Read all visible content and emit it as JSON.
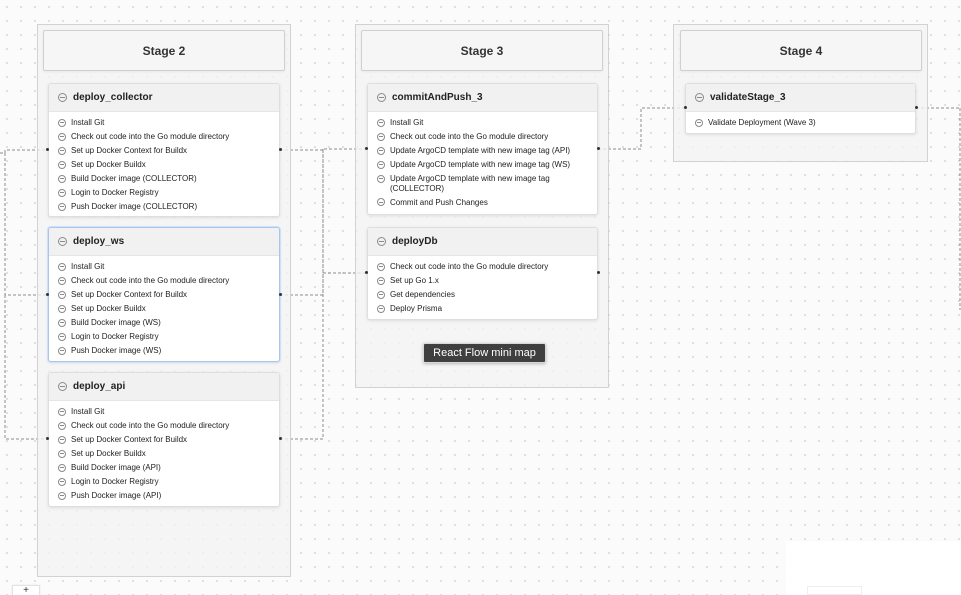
{
  "stages": [
    {
      "title": "Stage 2",
      "jobs": [
        {
          "name": "deploy_collector",
          "steps": [
            "Install Git",
            "Check out code into the Go module directory",
            "Set up Docker Context for Buildx",
            "Set up Docker Buildx",
            "Build Docker image (COLLECTOR)",
            "Login to Docker Registry",
            "Push Docker image (COLLECTOR)"
          ]
        },
        {
          "name": "deploy_ws",
          "steps": [
            "Install Git",
            "Check out code into the Go module directory",
            "Set up Docker Context for Buildx",
            "Set up Docker Buildx",
            "Build Docker image (WS)",
            "Login to Docker Registry",
            "Push Docker image (WS)"
          ]
        },
        {
          "name": "deploy_api",
          "steps": [
            "Install Git",
            "Check out code into the Go module directory",
            "Set up Docker Context for Buildx",
            "Set up Docker Buildx",
            "Build Docker image (API)",
            "Login to Docker Registry",
            "Push Docker image (API)"
          ]
        }
      ]
    },
    {
      "title": "Stage 3",
      "jobs": [
        {
          "name": "commitAndPush_3",
          "steps": [
            "Install Git",
            "Check out code into the Go module directory",
            "Update ArgoCD template with new image tag (API)",
            "Update ArgoCD template with new image tag (WS)",
            "Update ArgoCD template with new image tag (COLLECTOR)",
            "Commit and Push Changes"
          ]
        },
        {
          "name": "deployDb",
          "steps": [
            "Check out code into the Go module directory",
            "Set up Go 1.x",
            "Get dependencies",
            "Deploy Prisma"
          ]
        }
      ]
    },
    {
      "title": "Stage 4",
      "jobs": [
        {
          "name": "validateStage_3",
          "steps": [
            "Validate Deployment (Wave 3)"
          ]
        }
      ]
    }
  ],
  "minimap": {
    "label": "React Flow mini map"
  },
  "controls": {
    "zoom_in_label": "+"
  },
  "colors": {
    "edge": "#8c8c8c",
    "selected_border": "#a9c6ee",
    "minimap_label_bg": "#3f3f3f"
  }
}
